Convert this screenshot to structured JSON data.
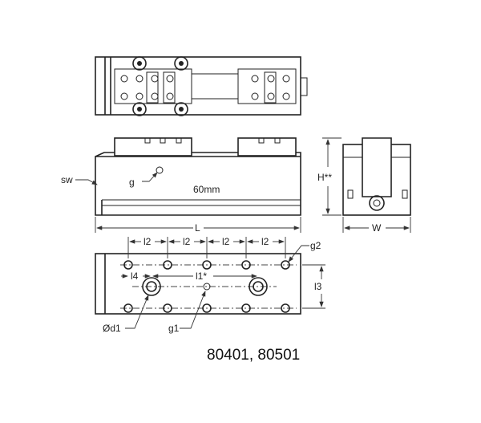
{
  "labels": {
    "sw": "sw",
    "g": "g",
    "width_mm": "60mm",
    "H": "H**",
    "L": "L",
    "W": "W",
    "l2_1": "l2",
    "l2_2": "l2",
    "l2_3": "l2",
    "l2_4": "l2",
    "g2": "g2",
    "l4": "l4",
    "l1": "l1*",
    "l3": "l3",
    "d1": "Ød1",
    "g1": "g1"
  },
  "model": "80401, 80501"
}
